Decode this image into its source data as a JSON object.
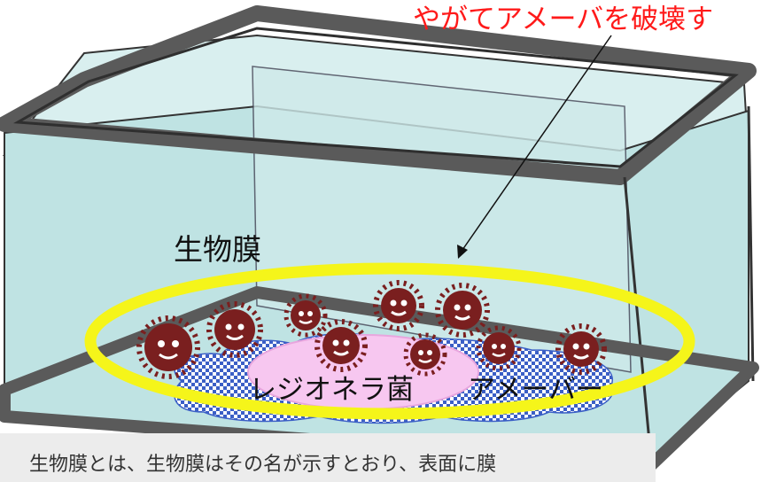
{
  "annotation": {
    "top_caption": "やがてアメーバを破壊す"
  },
  "labels": {
    "biofilm": "生物膜",
    "legionella": "レジオネラ菌",
    "amoeba": "アメーバー"
  },
  "description": {
    "text": "生物膜とは、生物膜はその名が示すとおり、表面に膜"
  },
  "colors": {
    "caption_red": "#ff1a1a",
    "biofilm_ring": "#f5f51a",
    "legionella_fill": "#f7c7f0",
    "bacteria": "#7a1f1f",
    "water": "#bfe3e3",
    "frame": "#5a5a5a"
  }
}
